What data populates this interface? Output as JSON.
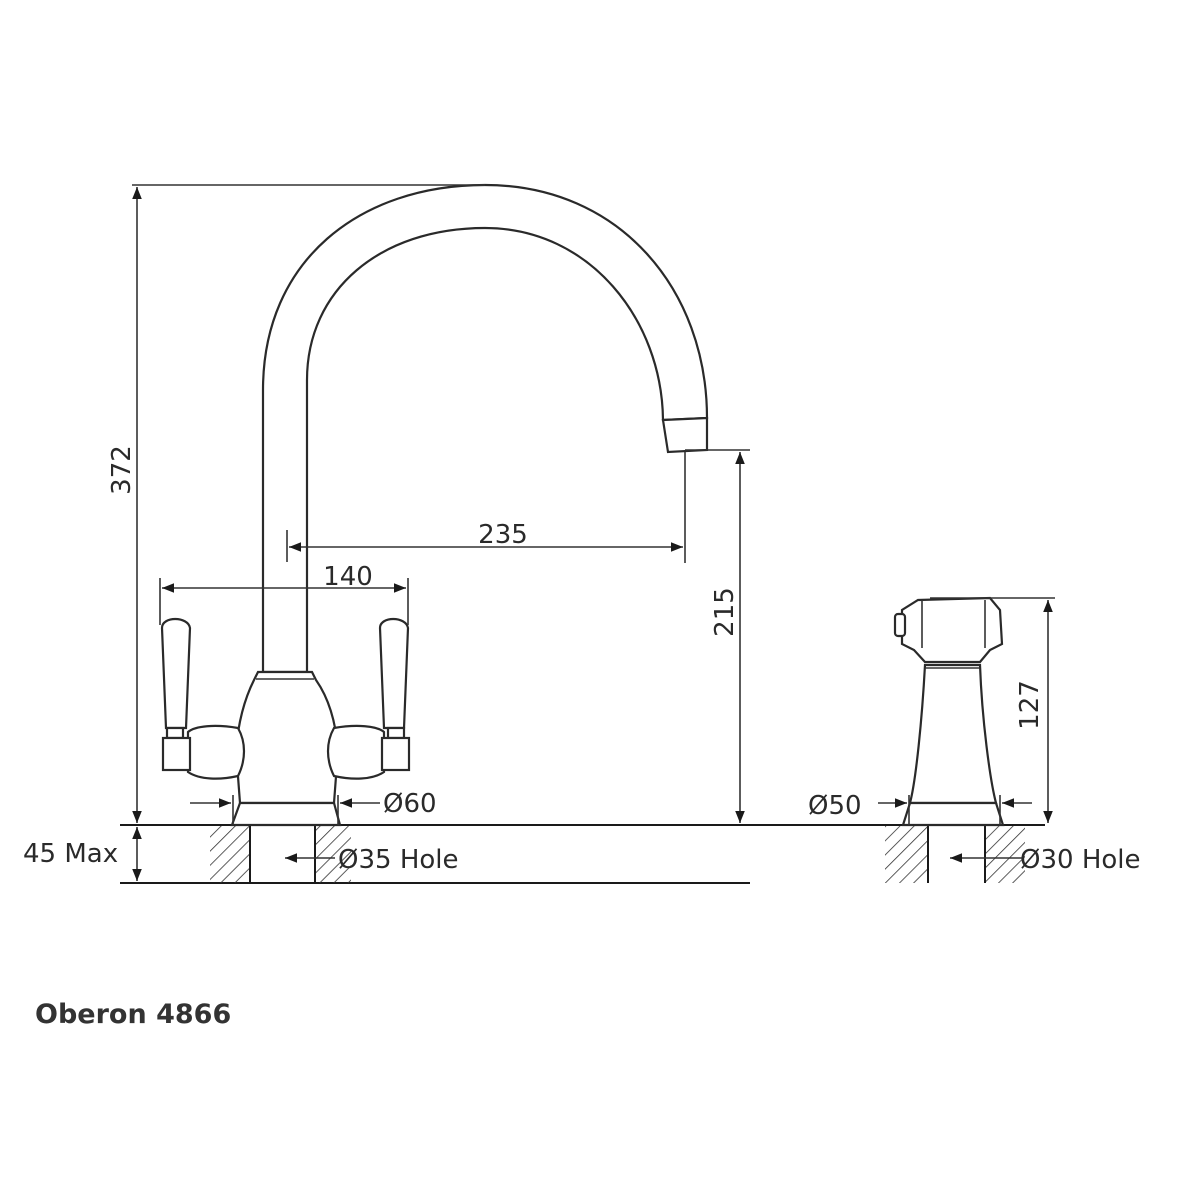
{
  "title": "Oberon 4866",
  "dimensions": {
    "overall_height": "372",
    "spout_reach": "235",
    "handle_span": "140",
    "spout_clearance": "215",
    "base_diameter": "Ø60",
    "deck_thickness": "45 Max",
    "tap_hole": "Ø35 Hole",
    "spray_base_diameter": "Ø50",
    "spray_height": "127",
    "spray_hole": "Ø30 Hole"
  },
  "colors": {
    "line": "#1a1a1a",
    "text": "#2a2a2a"
  }
}
